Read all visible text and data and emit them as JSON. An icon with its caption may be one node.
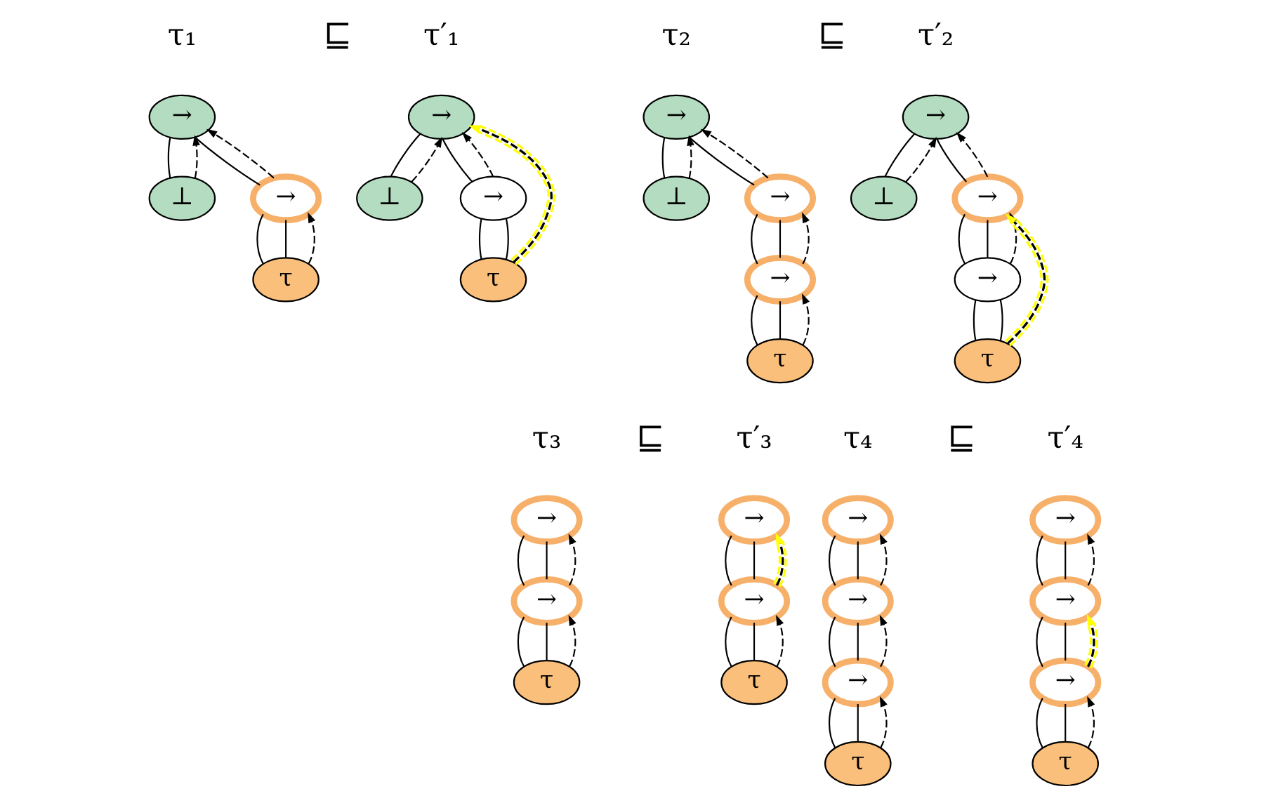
{
  "diagram": {
    "nodes": [
      {
        "text": [
          "→"
        ]
      },
      {
        "text": [
          "⊥"
        ]
      },
      {
        "text": [
          "→"
        ]
      },
      {
        "text": [
          "τ"
        ]
      },
      {
        "text": [
          "→"
        ]
      },
      {
        "text": [
          "⊥"
        ]
      },
      {
        "text": [
          "→"
        ]
      },
      {
        "text": [
          "τ"
        ]
      },
      {
        "text": [
          "→"
        ]
      },
      {
        "text": [
          "⊥"
        ]
      },
      {
        "text": [
          "→"
        ]
      },
      {
        "text": [
          "→"
        ]
      },
      {
        "text": [
          "τ"
        ]
      },
      {
        "text": [
          "→"
        ]
      },
      {
        "text": [
          "⊥"
        ]
      },
      {
        "text": [
          "→"
        ]
      },
      {
        "text": [
          "→"
        ]
      },
      {
        "text": [
          "τ"
        ]
      },
      {
        "text": [
          "→"
        ]
      },
      {
        "text": [
          "→"
        ]
      },
      {
        "text": [
          "τ"
        ]
      },
      {
        "text": [
          "→"
        ]
      },
      {
        "text": [
          "→"
        ]
      },
      {
        "text": [
          "τ"
        ]
      },
      {
        "text": [
          "→"
        ]
      },
      {
        "text": [
          "→"
        ]
      },
      {
        "text": [
          "→"
        ]
      },
      {
        "text": [
          "τ"
        ]
      },
      {
        "text": [
          "→"
        ]
      },
      {
        "text": [
          "→"
        ]
      },
      {
        "text": [
          "→"
        ]
      },
      {
        "text": [
          "τ"
        ]
      }
    ],
    "edges": [
      {
        "from": 0,
        "to": 1,
        "arrow": "none"
      },
      {
        "from": 0,
        "to": 2,
        "arrow": "none"
      },
      {
        "from": 1,
        "to": 0,
        "arrow": "to",
        "style": "dashed"
      },
      {
        "from": 2,
        "to": 0,
        "arrow": "to",
        "style": "dashed"
      },
      {
        "from": 2,
        "to": 3,
        "arrow": "none"
      },
      {
        "from": 2,
        "to": 3,
        "arrow": "none"
      },
      {
        "from": 3,
        "to": 2,
        "arrow": "to",
        "style": "dashed"
      },
      {
        "from": 4,
        "to": 5,
        "arrow": "none"
      },
      {
        "from": 4,
        "to": 6,
        "arrow": "none"
      },
      {
        "from": 5,
        "to": 4,
        "arrow": "to",
        "style": "dashed"
      },
      {
        "from": 6,
        "to": 4,
        "arrow": "to",
        "style": "dashed"
      },
      {
        "from": 6,
        "to": 7,
        "arrow": "none"
      },
      {
        "from": 6,
        "to": 7,
        "arrow": "none"
      },
      {
        "from": 7,
        "to": 4,
        "arrow": "to",
        "style": "dashed",
        "color": "#ffff00"
      },
      {
        "from": 8,
        "to": 9,
        "arrow": "none"
      },
      {
        "from": 8,
        "to": 10,
        "arrow": "none"
      },
      {
        "from": 9,
        "to": 8,
        "arrow": "to",
        "style": "dashed"
      },
      {
        "from": 10,
        "to": 8,
        "arrow": "to",
        "style": "dashed"
      },
      {
        "from": 10,
        "to": 11,
        "arrow": "none"
      },
      {
        "from": 10,
        "to": 11,
        "arrow": "none"
      },
      {
        "from": 11,
        "to": 10,
        "arrow": "to",
        "style": "dashed"
      },
      {
        "from": 11,
        "to": 12,
        "arrow": "none"
      },
      {
        "from": 11,
        "to": 12,
        "arrow": "none"
      },
      {
        "from": 12,
        "to": 11,
        "arrow": "to",
        "style": "dashed"
      },
      {
        "from": 13,
        "to": 14,
        "arrow": "none"
      },
      {
        "from": 13,
        "to": 15,
        "arrow": "none"
      },
      {
        "from": 14,
        "to": 13,
        "arrow": "to",
        "style": "dashed"
      },
      {
        "from": 15,
        "to": 13,
        "arrow": "to",
        "style": "dashed"
      },
      {
        "from": 15,
        "to": 16,
        "arrow": "none"
      },
      {
        "from": 15,
        "to": 16,
        "arrow": "none"
      },
      {
        "from": 16,
        "to": 15,
        "arrow": "to",
        "style": "dashed"
      },
      {
        "from": 16,
        "to": 17,
        "arrow": "none"
      },
      {
        "from": 16,
        "to": 17,
        "arrow": "none"
      },
      {
        "from": 17,
        "to": 15,
        "arrow": "to",
        "style": "dashed",
        "color": "#ffff00"
      },
      {
        "from": 18,
        "to": 19,
        "arrow": "none"
      },
      {
        "from": 18,
        "to": 19,
        "arrow": "none"
      },
      {
        "from": 19,
        "to": 18,
        "arrow": "to",
        "style": "dashed"
      },
      {
        "from": 19,
        "to": 20,
        "arrow": "none"
      },
      {
        "from": 19,
        "to": 20,
        "arrow": "none"
      },
      {
        "from": 20,
        "to": 19,
        "arrow": "to",
        "style": "dashed"
      },
      {
        "from": 21,
        "to": 22,
        "arrow": "none"
      },
      {
        "from": 21,
        "to": 22,
        "arrow": "none"
      },
      {
        "from": 22,
        "to": 21,
        "arrow": "to",
        "style": "dashed",
        "color": "#ffff00"
      },
      {
        "from": 22,
        "to": 23,
        "arrow": "none"
      },
      {
        "from": 22,
        "to": 23,
        "arrow": "none"
      },
      {
        "from": 23,
        "to": 22,
        "arrow": "to",
        "style": "dashed"
      },
      {
        "from": 24,
        "to": 25,
        "arrow": "none"
      },
      {
        "from": 24,
        "to": 25,
        "arrow": "none"
      },
      {
        "from": 25,
        "to": 24,
        "arrow": "to",
        "style": "dashed"
      },
      {
        "from": 25,
        "to": 26,
        "arrow": "none"
      },
      {
        "from": 25,
        "to": 26,
        "arrow": "none"
      },
      {
        "from": 26,
        "to": 25,
        "arrow": "to",
        "style": "dashed"
      },
      {
        "from": 26,
        "to": 27,
        "arrow": "none"
      },
      {
        "from": 26,
        "to": 27,
        "arrow": "none"
      },
      {
        "from": 27,
        "to": 26,
        "arrow": "to",
        "style": "dashed"
      },
      {
        "from": 28,
        "to": 29,
        "arrow": "none"
      },
      {
        "from": 28,
        "to": 29,
        "arrow": "none"
      },
      {
        "from": 29,
        "to": 28,
        "arrow": "to",
        "style": "dashed"
      },
      {
        "from": 29,
        "to": 30,
        "arrow": "none"
      },
      {
        "from": 29,
        "to": 30,
        "arrow": "none"
      },
      {
        "from": 30,
        "to": 29,
        "arrow": "to",
        "style": "dashed",
        "color": "#ffff00"
      },
      {
        "from": 30,
        "to": 31,
        "arrow": "none"
      },
      {
        "from": 30,
        "to": 31,
        "arrow": "none"
      },
      {
        "from": 31,
        "to": 30,
        "arrow": "to",
        "style": "dashed"
      }
    ],
    "labels": [
      "τ₁",
      "⊑",
      "τ′₁",
      "τ₂",
      "⊑",
      "τ′₂",
      "τ₃",
      "⊑",
      "τ′₃",
      "τ₄",
      "⊑",
      "τ′₄"
    ]
  }
}
